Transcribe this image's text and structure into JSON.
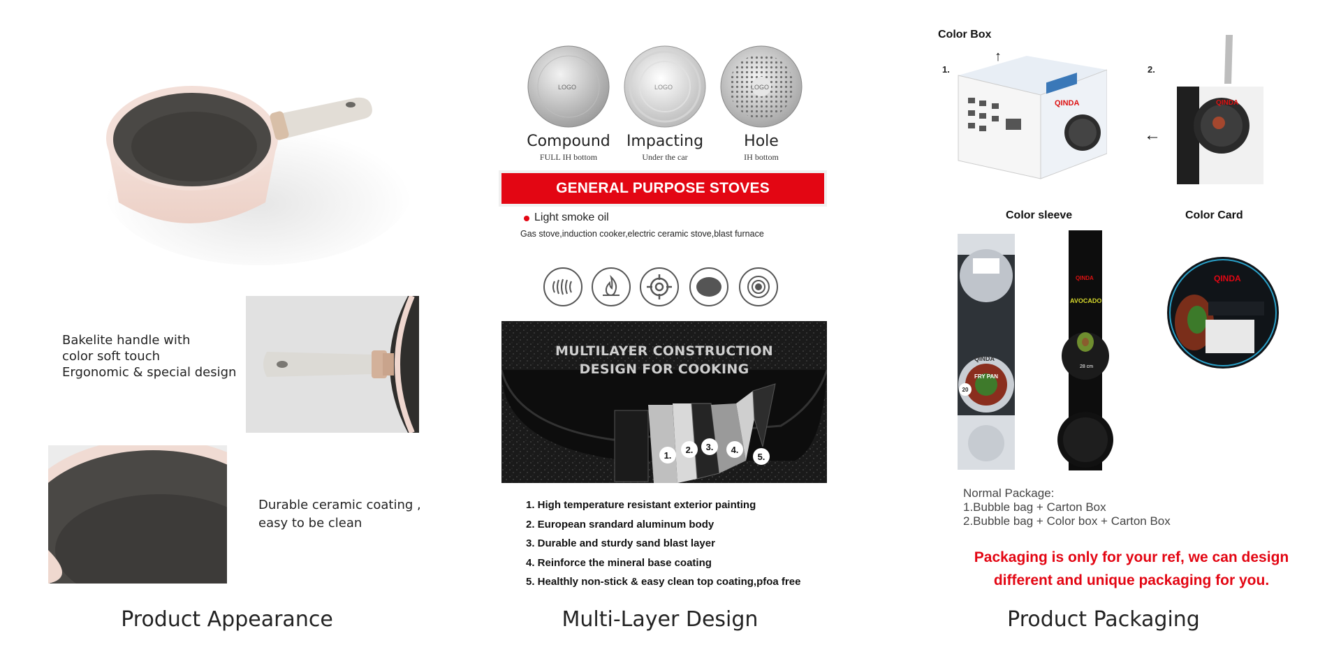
{
  "appearance": {
    "title": "Product Appearance",
    "handle_desc": [
      "Bakelite handle with",
      "color soft touch",
      "Ergonomic & special design"
    ],
    "coating_desc": [
      "Durable ceramic coating ,",
      "easy to be clean"
    ]
  },
  "multilayer": {
    "title": "Multi-Layer Design",
    "bottoms": [
      {
        "label": "Compound",
        "sub": "FULL IH bottom",
        "logo": "LOGO"
      },
      {
        "label": "Impacting",
        "sub": "Under the car",
        "logo": "LOGO"
      },
      {
        "label": "Hole",
        "sub": "IH bottom",
        "logo": "LOGO"
      }
    ],
    "banner": "GENERAL PURPOSE STOVES",
    "bullet": "Light smoke oil",
    "stoves": "Gas stove,induction cooker,electric ceramic stove,blast furnace",
    "stove_icons": [
      "coil-stove-icon",
      "flame-icon",
      "gas-burner-icon",
      "ceramic-plate-icon",
      "induction-icon"
    ],
    "construction_title": [
      "MULTILAYER CONSTRUCTION",
      "DESIGN FOR COOKING"
    ],
    "layer_numbers": [
      "1.",
      "2.",
      "3.",
      "4.",
      "5."
    ],
    "layers": [
      "1. High temperature resistant exterior painting",
      "2. European srandard aluminum body",
      "3. Durable and sturdy sand blast layer",
      "4. Reinforce the mineral base coating",
      "5. Healthly non-stick & easy clean top coating,pfoa free"
    ]
  },
  "packaging": {
    "title": "Product Packaging",
    "color_box": "Color Box",
    "num1": "1.",
    "num2": "2.",
    "color_sleeve": "Color sleeve",
    "color_card": "Color Card",
    "brand": "QINDA",
    "sleeve1_caption": "FRY PAN",
    "sleeve1_size": "20",
    "sleeve2_caption": "AVOCADO",
    "sleeve2_size": "28 cm",
    "normal_title": "Normal Package:",
    "normal_items": [
      "1.Bubble bag + Carton Box",
      "2.Bubble bag + Color box + Carton Box"
    ],
    "note": [
      "Packaging is only for your ref, we can design",
      "different and unique packaging for you."
    ]
  },
  "colors": {
    "accent_red": "#e30613",
    "pan_pink": "#f2d9d2",
    "coating_dark": "#45433f"
  }
}
